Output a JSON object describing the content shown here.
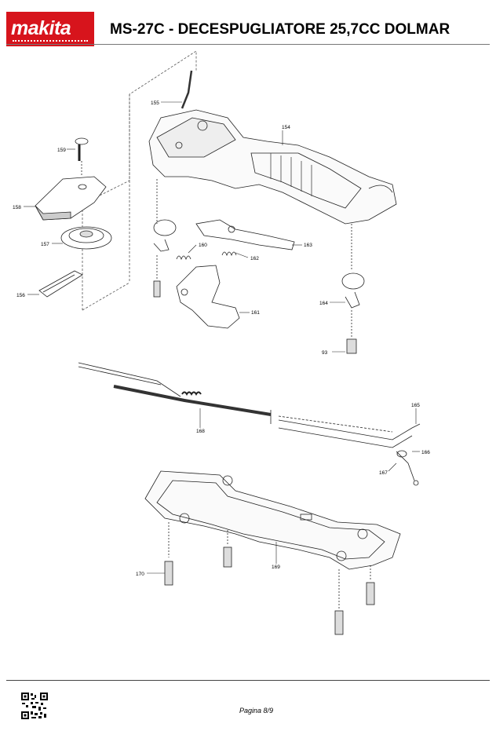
{
  "header": {
    "logo_text": "makita",
    "title": "MS-27C - DECESPUGLIATORE 25,7CC DOLMAR"
  },
  "diagram": {
    "part_labels": {
      "p155": "155",
      "p154": "154",
      "p159": "159",
      "p158": "158",
      "p157": "157",
      "p156": "156",
      "p160": "160",
      "p162": "162",
      "p163": "163",
      "p161": "161",
      "p164": "164",
      "p93": "93",
      "p165": "165",
      "p168": "168",
      "p166": "166",
      "p167": "167",
      "p170": "170",
      "p169": "169"
    }
  },
  "footer": {
    "page_label": "Pagina 8/9",
    "qr_icon": "qr-code-icon"
  }
}
